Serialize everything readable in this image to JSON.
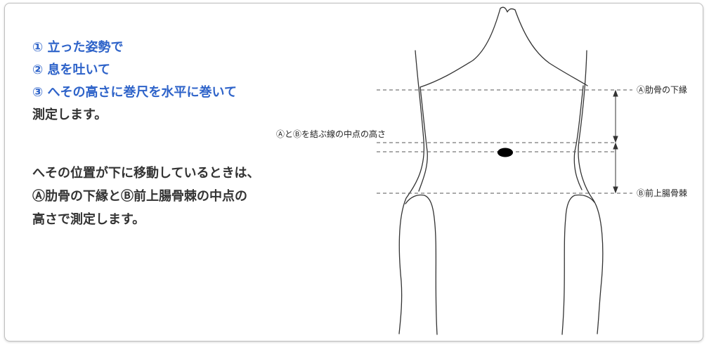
{
  "steps": [
    {
      "text": "① 立った姿勢で",
      "color": "#2e63c9"
    },
    {
      "text": "② 息を吐いて",
      "color": "#2e63c9"
    },
    {
      "text": "③ へその高さに巻尺を水平に巻いて",
      "color": "#2e63c9"
    },
    {
      "text": "測定します。",
      "color": "#333333"
    }
  ],
  "note_lines": [
    "へその位置が下に移動しているときは、",
    "Ⓐ肋骨の下縁とⒷ前上腸骨棘の中点の",
    "高さで測定します。"
  ],
  "labels": {
    "rib_lower_edge": "Ⓐ肋骨の下縁",
    "midpoint_height": "ⒶとⒷを結ぶ線の中点の高さ",
    "iliac_spine": "Ⓑ前上腸骨棘"
  },
  "colors": {
    "accent_blue": "#2e63c9",
    "text_dark": "#333333",
    "line": "#333333"
  }
}
